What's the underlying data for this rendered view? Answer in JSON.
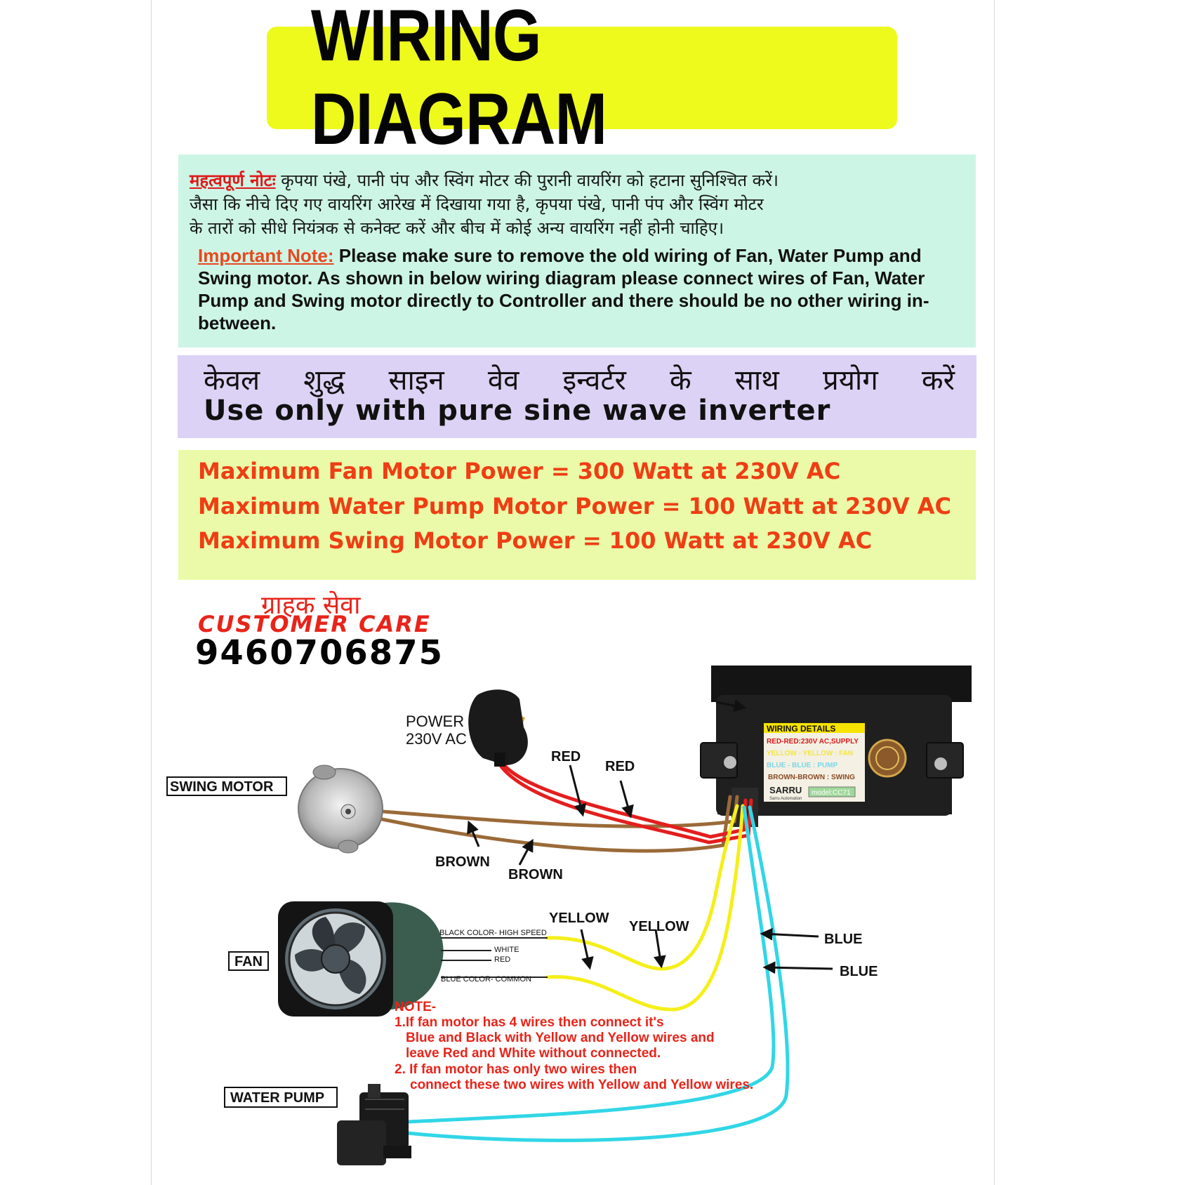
{
  "title": "WIRING DIAGRAM",
  "hindi_note": {
    "label": "महत्वपूर्ण नोटः",
    "line1": "कृपया पंखे, पानी पंप और स्विंग मोटर की पुरानी वायरिंग को हटाना सुनिश्चित करें।",
    "line2": "जैसा कि नीचे दिए गए वायरिंग आरेख में दिखाया गया है, कृपया पंखे, पानी पंप और स्विंग मोटर",
    "line3": "के तारों को सीधे नियंत्रक से कनेक्ट करें और बीच में कोई अन्य वायरिंग नहीं होनी चाहिए।"
  },
  "english_note": {
    "label": "Important Note:",
    "text": "Please make sure to remove the old wiring of Fan, Water Pump and Swing motor. As shown in below wiring diagram please connect wires of Fan, Water Pump and Swing motor directly to Controller and there should be no other wiring in-between."
  },
  "inverter": {
    "hindi": "केवल शुद्ध साइन वेव इन्वर्टर के साथ प्रयोग करें",
    "english": "Use only with pure sine wave inverter"
  },
  "power_limits": [
    "Maximum Fan Motor Power = 300 Watt at 230V AC",
    "Maximum Water Pump Motor Power = 100 Watt at 230V AC",
    "Maximum Swing Motor Power = 100 Watt at 230V AC"
  ],
  "customer_care": {
    "hindi": "ग्राहक सेवा",
    "english": "CUSTOMER CARE",
    "phone": "9460706875"
  },
  "diagram": {
    "power_label_1": "POWER",
    "power_label_2": "230V AC",
    "swing_motor": "SWING MOTOR",
    "fan": "FAN",
    "water_pump": "WATER PUMP",
    "red_1": "RED",
    "red_2": "RED",
    "brown_1": "BROWN",
    "brown_2": "BROWN",
    "yellow_1": "YELLOW",
    "yellow_2": "YELLOW",
    "blue_1": "BLUE",
    "blue_2": "BLUE",
    "fan_wire_black": "BLACK COLOR- HIGH SPEED",
    "fan_wire_white": "WHITE",
    "fan_wire_red": "RED",
    "fan_wire_blue": "BLUE COLOR- COMMON",
    "note_title": "NOTE-",
    "note_1a": "1.If fan motor has 4 wires then connect it's",
    "note_1b": "Blue and Black with Yellow and Yellow wires and",
    "note_1c": "leave Red and White without connected.",
    "note_2a": "2. If fan motor has only two wires then",
    "note_2b": "connect these two wires with Yellow and Yellow wires."
  },
  "controller_label": {
    "title": "WIRING DETAILS",
    "row1": "RED-RED:230V AC,SUPPLY",
    "row2": "YELLOW - YELLOW : FAN",
    "row3": "BLUE - BLUE : PUMP",
    "row4": "BROWN-BROWN : SWING",
    "brand": "SARRU",
    "brand_sub": "Sarru Automation",
    "model": "model:CC71"
  },
  "colors": {
    "title_bg": "#eefa1c",
    "note_bg": "#cdf5e6",
    "inverter_bg": "#dcd2f5",
    "power_bg": "#eafaa8",
    "accent_red": "#ef3d14",
    "wire_red": "#e41e1e",
    "wire_brown": "#9a6a38",
    "wire_yellow": "#f5ef1a",
    "wire_blue": "#31d6e6"
  }
}
